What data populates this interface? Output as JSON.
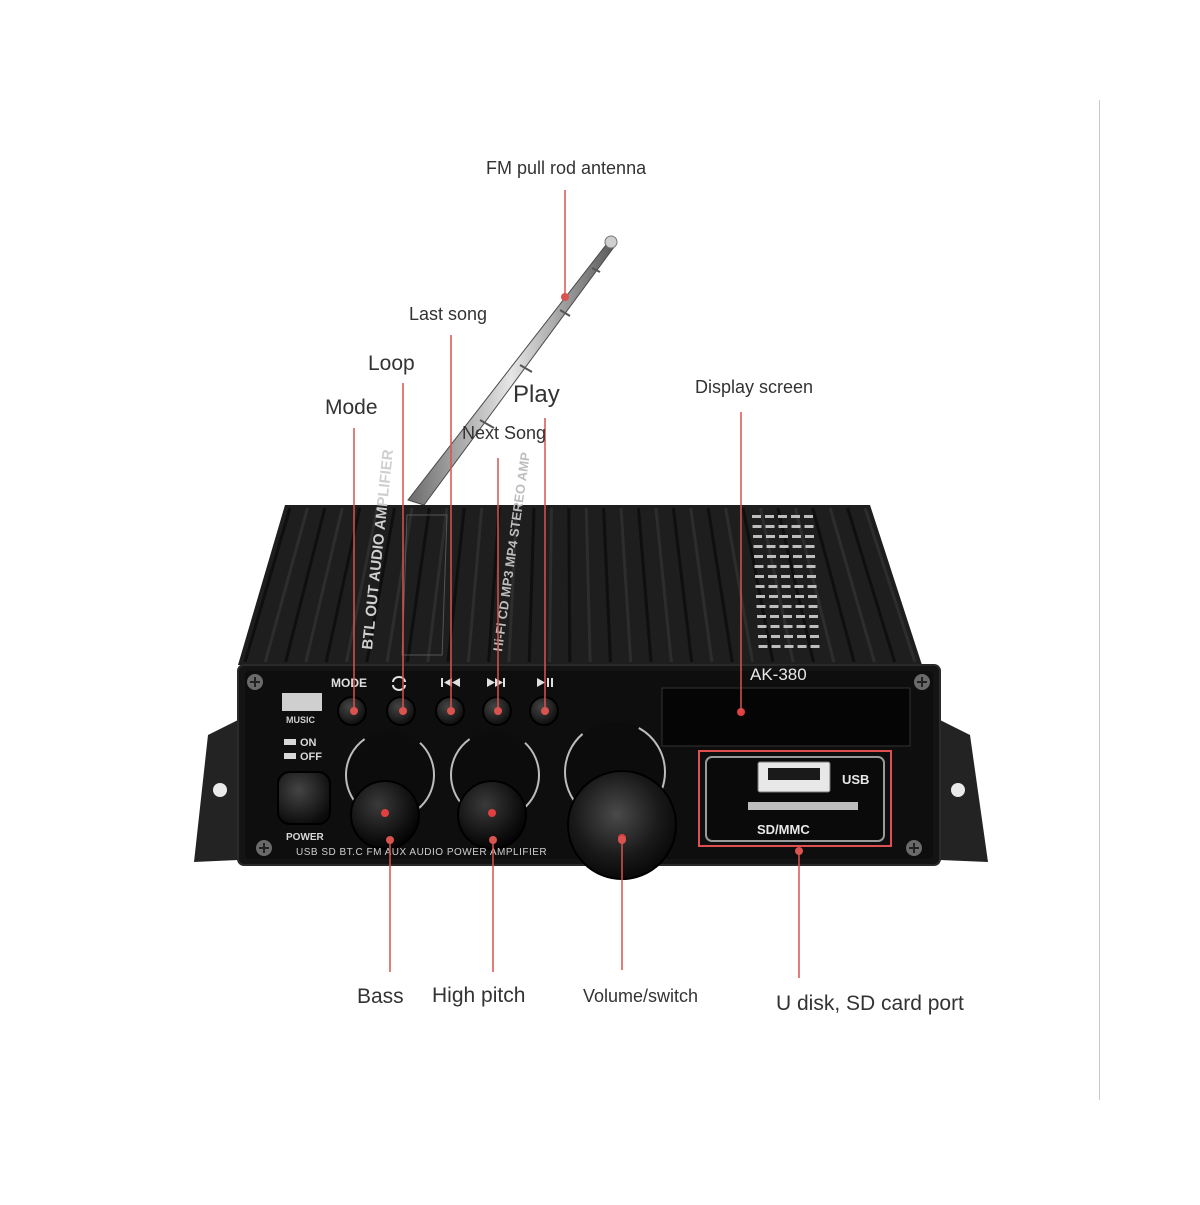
{
  "colors": {
    "callout_line": "#d9534f",
    "callout_text": "#333333",
    "device_body": "#1c1c1c",
    "device_face": "#111111",
    "silkscreen": "#d8d8d8",
    "highlight_box": "#e05050"
  },
  "callouts": {
    "antenna": "FM pull rod antenna",
    "last_song": "Last song",
    "loop": "Loop",
    "mode": "Mode",
    "play": "Play",
    "next_song": "Next Song",
    "display": "Display screen",
    "bass": "Bass",
    "high_pitch": "High pitch",
    "volume": "Volume/switch",
    "ports": "U disk, SD card port"
  },
  "device": {
    "model": "AK-380",
    "mode_label": "MODE",
    "music_label": "MUSIC",
    "power_on": "ON",
    "power_off": "OFF",
    "power_label": "POWER",
    "usb_label": "USB",
    "sd_label": "SD/MMC",
    "bottom_text": "USB SD BT.C FM AUX AUDIO POWER AMPLIFIER",
    "top_left_text": "BTL OUT AUDIO AMPLIFIER",
    "top_right_text": "Hi-Fi CD MP3 MP4 STEREO AMP",
    "icons": [
      "loop-icon",
      "previous-track-icon",
      "next-track-icon",
      "play-pause-icon"
    ]
  }
}
